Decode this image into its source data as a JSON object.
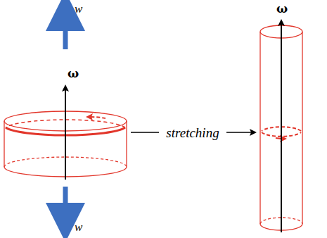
{
  "diagram": {
    "labels": [
      "w",
      "ω",
      "stretching",
      "ω",
      "w"
    ]
  }
}
